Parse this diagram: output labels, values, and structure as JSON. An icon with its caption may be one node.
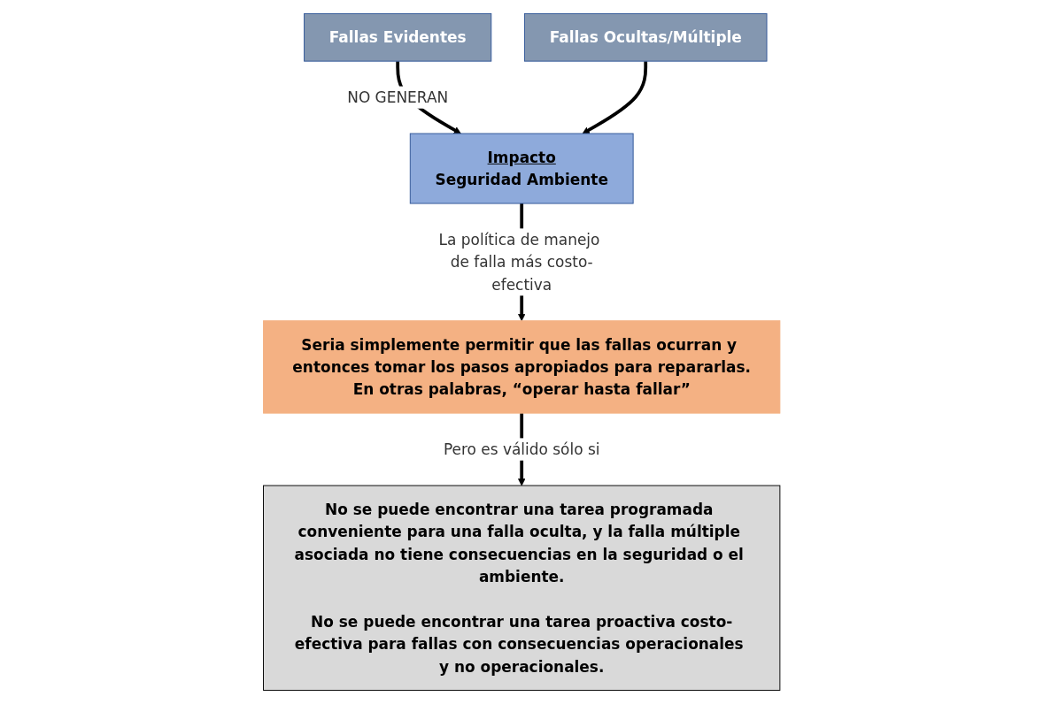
{
  "diagram": {
    "nodes": [
      {
        "text": [
          "Fallas Evidentes"
        ]
      },
      {
        "text": [
          "Fallas Ocultas/Múltiple"
        ]
      },
      {
        "text": [
          "Impacto",
          "Seguridad Ambiente"
        ]
      },
      {
        "text": [
          "Seria simplemente permitir que las fallas ocurran y entonces tomar los pasos apropiados para repararlas.",
          "En otras palabras, “operar hasta fallar”"
        ]
      },
      {
        "text": [
          "No se puede encontrar una tarea programada conveniente para una falla oculta, y la falla múltiple asociada no tiene consecuencias en la seguridad o el ambiente.",
          "No se puede encontrar una tarea proactiva costo-efectiva para fallas con consecuencias operacionales y no operacionales."
        ]
      }
    ],
    "edges": [
      {
        "from": 0,
        "to": 2,
        "arrow": "to",
        "label": "NO GENERAN"
      },
      {
        "from": 1,
        "to": 2,
        "arrow": "to"
      },
      {
        "from": 2,
        "to": 3,
        "arrow": "to",
        "label": "La política de manejo de falla más costo-efectiva"
      },
      {
        "from": 3,
        "to": 4,
        "arrow": "to",
        "label": "Pero es válido sólo si"
      }
    ]
  }
}
